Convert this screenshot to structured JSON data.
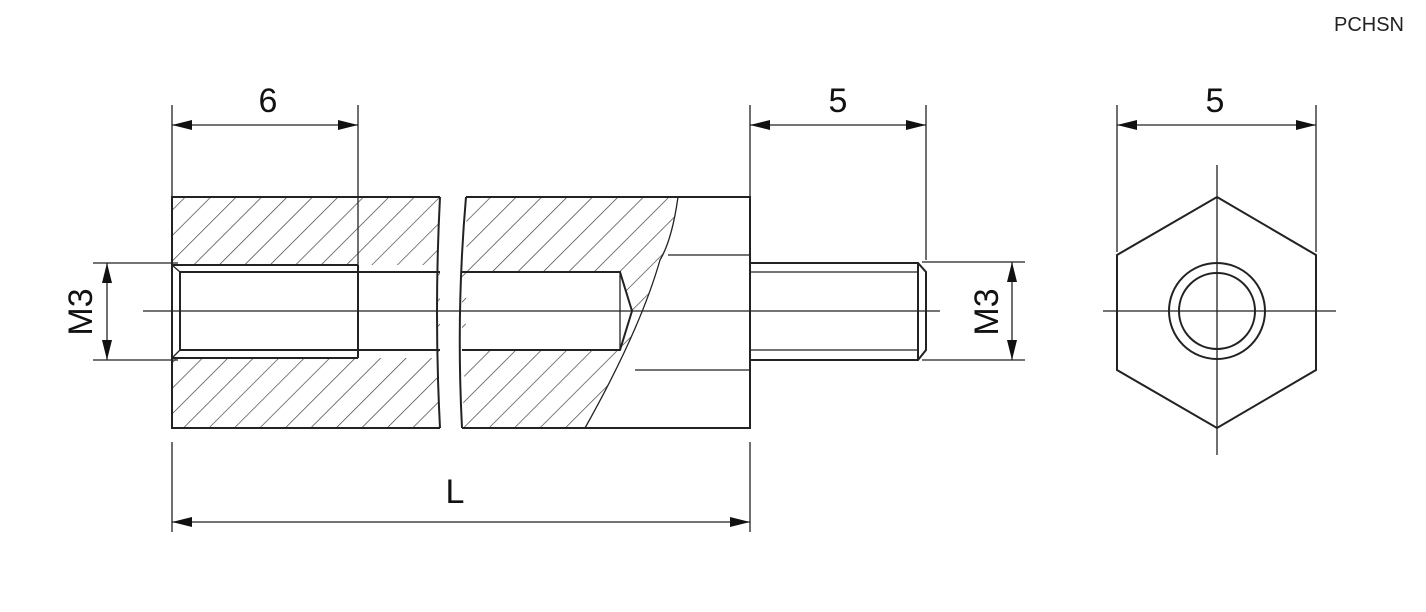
{
  "drawing": {
    "code": "PCHSN",
    "dimensions": {
      "female_thread_depth": "6",
      "male_thread_length": "5",
      "hex_width": "5",
      "overall_length": "L",
      "female_thread": "M3",
      "male_thread": "M3"
    }
  }
}
